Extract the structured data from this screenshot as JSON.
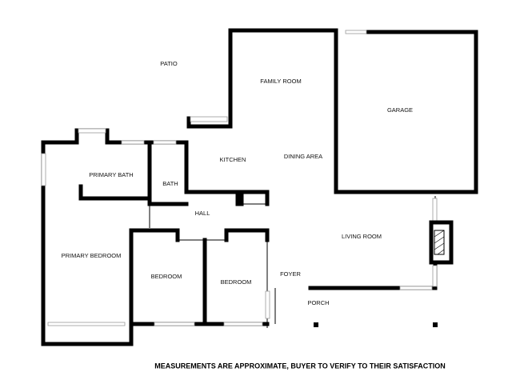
{
  "rooms": {
    "patio": "PATIO",
    "family_room": "FAMILY ROOM",
    "garage": "GARAGE",
    "primary_bath": "PRIMARY BATH",
    "bath": "BATH",
    "kitchen": "KITCHEN",
    "dining_area": "DINING AREA",
    "hall": "HALL",
    "living_room": "LIVING ROOM",
    "primary_bedroom": "PRIMARY BEDROOM",
    "bedroom_1": "BEDROOM",
    "bedroom_2": "BEDROOM",
    "foyer": "FOYER",
    "porch": "PORCH"
  },
  "footer_note": "MEASUREMENTS ARE APPROXIMATE, BUYER TO VERIFY TO THEIR SATISFACTION"
}
